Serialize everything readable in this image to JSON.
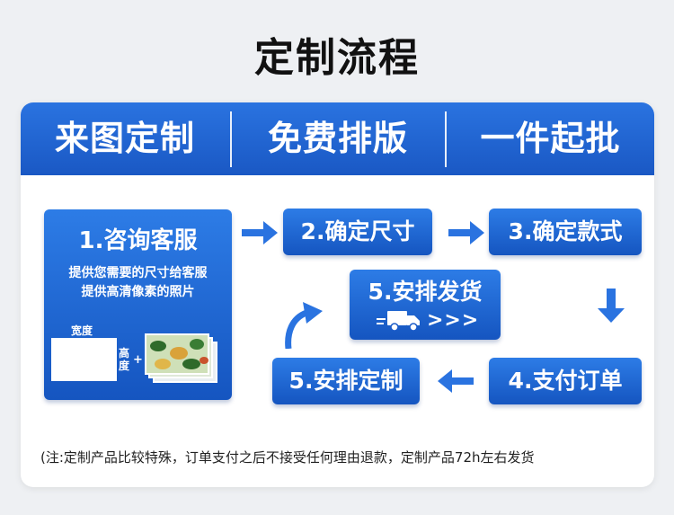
{
  "title": "定制流程",
  "banner": [
    "来图定制",
    "免费排版",
    "一件起批"
  ],
  "step1": {
    "label": "1.咨询客服",
    "desc": [
      "提供您需要的尺寸给客服",
      "提供高清像素的照片"
    ],
    "width_label": "宽度",
    "height_label": "高度",
    "plus": "+"
  },
  "step2": "2.确定尺寸",
  "step3": "3.确定款式",
  "step4": "4.支付订单",
  "step5_ship": {
    "label": "5.安排发货",
    "chevrons": ">>>"
  },
  "step5_make": "5.安排定制",
  "note": "(注:定制产品比较特殊，订单支付之后不接受任何理由退款，定制产品72h左右发货",
  "colors": {
    "primary": "#1f64d4",
    "arrow": "#2a73e0"
  },
  "icons": [
    "arrow-right-icon",
    "arrow-down-icon",
    "arrow-left-icon",
    "curved-arrow-icon",
    "truck-icon"
  ]
}
